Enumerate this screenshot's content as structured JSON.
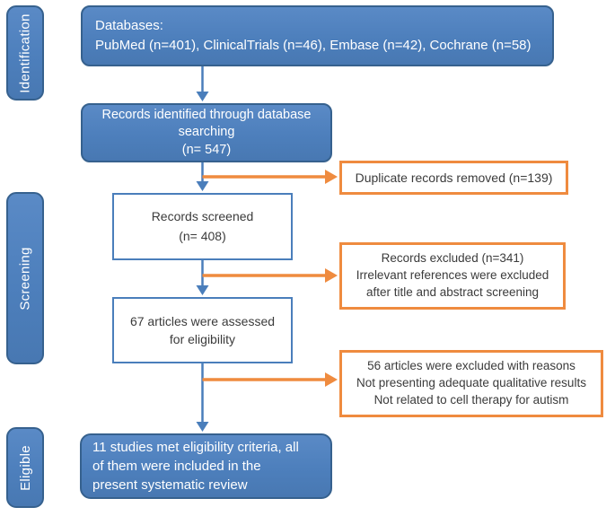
{
  "sidebar": {
    "stages": [
      {
        "label": "Identification"
      },
      {
        "label": "Screening"
      },
      {
        "label": "Eligible"
      }
    ]
  },
  "flow": {
    "databases": {
      "text": "Databases:\nPubMed (n=401), ClinicalTrials (n=46), Embase (n=42), Cochrane (n=58)"
    },
    "records_identified": {
      "text": "Records identified through database\nsearching\n(n= 547)"
    },
    "duplicates_removed": {
      "text": "Duplicate records removed (n=139)"
    },
    "records_screened": {
      "text": "Records screened\n(n= 408)"
    },
    "records_excluded": {
      "text": "Records excluded (n=341)\nIrrelevant references were excluded\nafter title and abstract screening"
    },
    "assessed_eligibility": {
      "text": "67 articles were assessed\nfor eligibility"
    },
    "excluded_with_reasons": {
      "text": "56 articles were excluded with reasons\nNot presenting adequate qualitative results\nNot related to cell therapy for autism"
    },
    "met_eligibility": {
      "text": "11 studies met eligibility criteria, all\nof them were included in the\npresent systematic review"
    }
  },
  "colors": {
    "blue_fill": "#4E80BD",
    "blue_border": "#36618E",
    "arrow_blue": "#4A7EBB",
    "orange": "#EF8B3F",
    "text_dark": "#3B3B3B",
    "text_light": "#FFFFFF"
  }
}
